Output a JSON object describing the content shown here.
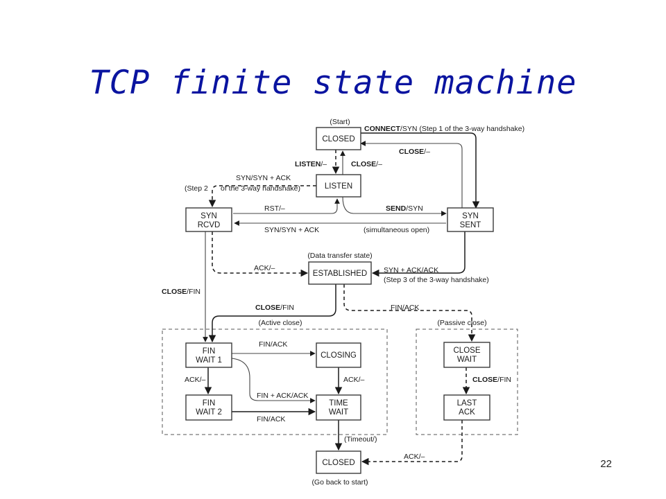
{
  "title": "TCP finite state machine",
  "page_number": "22",
  "diagram": {
    "states": {
      "closed_top": [
        "CLOSED"
      ],
      "listen": [
        "LISTEN"
      ],
      "syn_rcvd": [
        "SYN",
        "RCVD"
      ],
      "syn_sent": [
        "SYN",
        "SENT"
      ],
      "established": [
        "ESTABLISHED"
      ],
      "fin_wait_1": [
        "FIN",
        "WAIT 1"
      ],
      "closing": [
        "CLOSING"
      ],
      "fin_wait_2": [
        "FIN",
        "WAIT 2"
      ],
      "time_wait": [
        "TIME",
        "WAIT"
      ],
      "close_wait": [
        "CLOSE",
        "WAIT"
      ],
      "last_ack": [
        "LAST",
        "ACK"
      ],
      "closed_bottom": [
        "CLOSED"
      ]
    },
    "notes": {
      "start": "(Start)",
      "data_transfer": "(Data transfer state)",
      "active_close": "(Active close)",
      "passive_close": "(Passive close)",
      "timeout": "(Timeout/)",
      "go_back": "(Go back to start)",
      "step2_a": "(Step 2",
      "step2_b": "of the 3-way handshake)",
      "step3": "(Step 3 of the 3-way handshake)",
      "simultaneous": "(simultaneous open)"
    },
    "edge_labels": {
      "connect_bold": "CONNECT",
      "connect_rest": "/SYN (Step 1 of the 3-way handshake)",
      "close_bold": "CLOSE",
      "close_rest": "/–",
      "listen_bold": "LISTEN",
      "listen_rest": "/–",
      "syn_synack": "SYN/SYN + ACK",
      "rst": "RST/–",
      "send_bold": "SEND",
      "send_rest": "/SYN",
      "ack_dash": "ACK/–",
      "synack_ack": "SYN + ACK/ACK",
      "fin": "/FIN",
      "fin_ack": "FIN/ACK",
      "finack_ack": "FIN + ACK/ACK"
    }
  }
}
